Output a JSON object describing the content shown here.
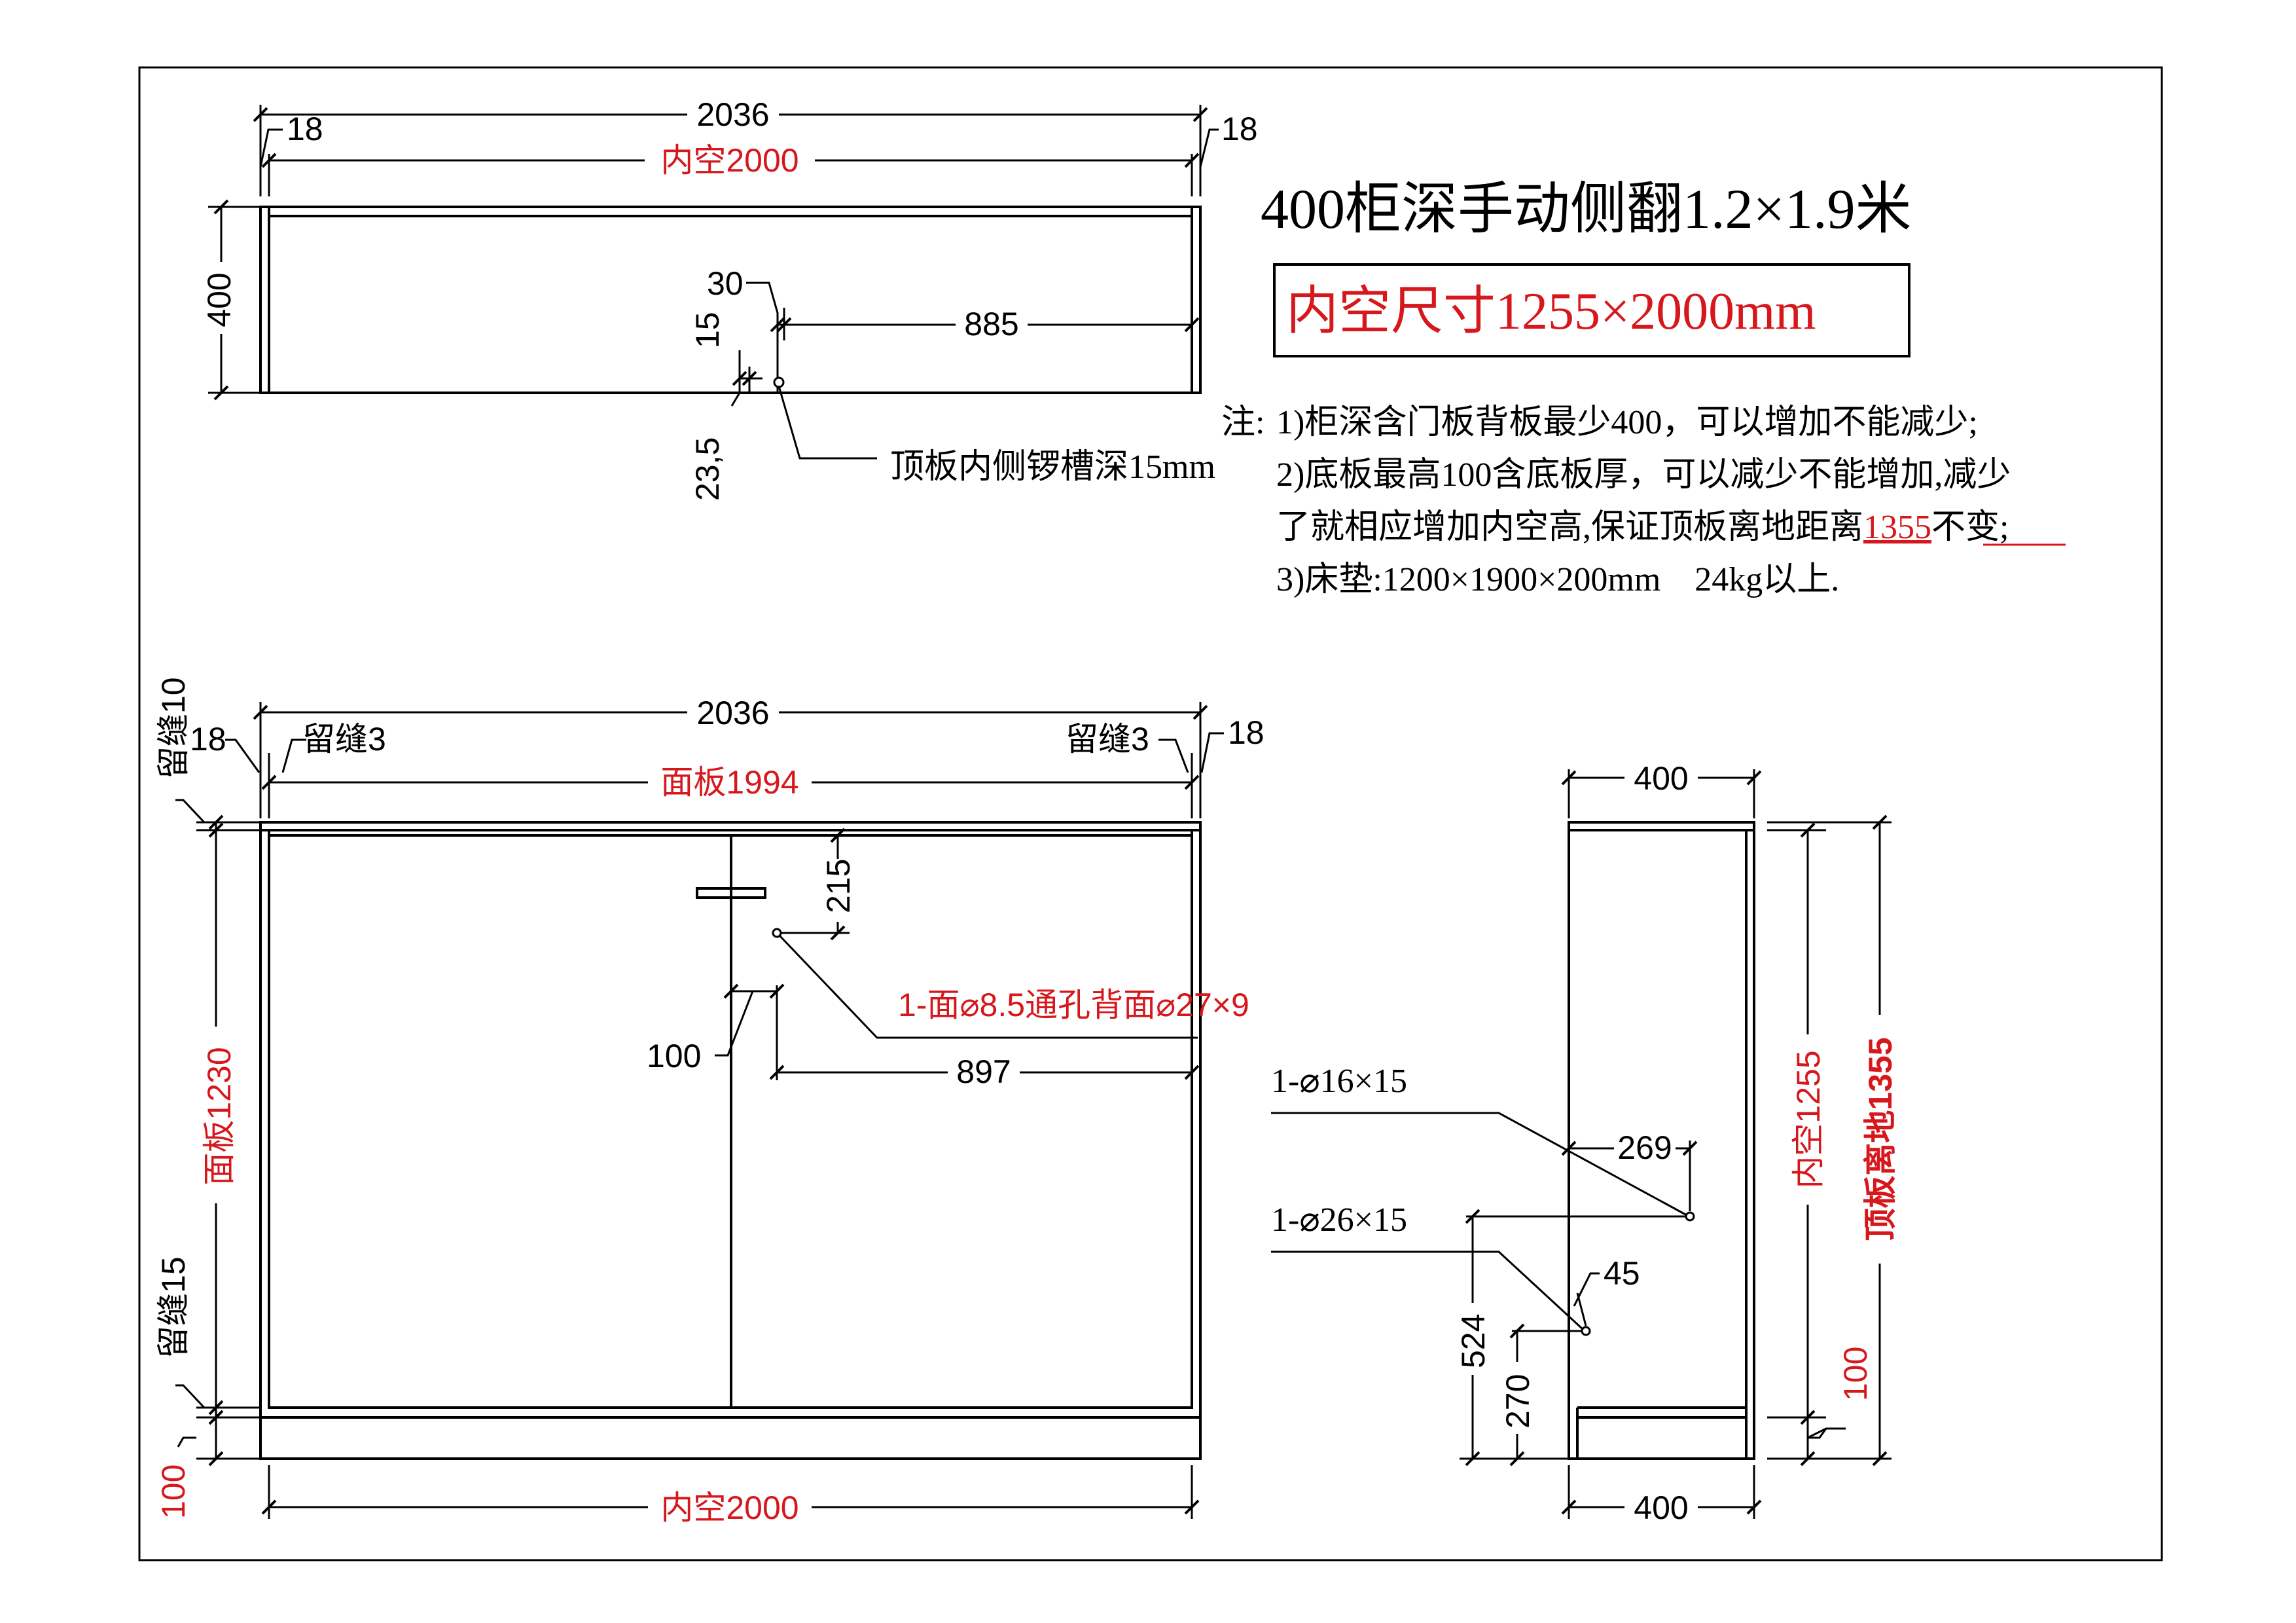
{
  "title": "400柜深手动侧翻1.2×1.9米",
  "inner_size": "内空尺寸1255×2000mm",
  "notes": {
    "prefix": "注:",
    "n1": "1)柜深含门板背板最少400，可以增加不能减少;",
    "n2a": "2)底板最高100含底板厚，可以减少不能增加,减少",
    "n2b_pre": "了就相应增加内空高,保证顶板离地距离",
    "n2b_hl": "1355",
    "n2b_post": "不变;",
    "n3": "3)床垫:1200×1900×200mm　24kg以上."
  },
  "top_view": {
    "overall": "2036",
    "left_side": "18",
    "right_side": "18",
    "inner": "内空2000",
    "depth": "400",
    "d30": "30",
    "d885": "885",
    "d15": "15",
    "d235": "23,5",
    "groove_note": "顶板内侧锣槽深15mm"
  },
  "front_view": {
    "overall": "2036",
    "left_side": "18",
    "right_side": "18",
    "gap_left": "留缝3",
    "gap_right": "留缝3",
    "panel_width": "面板1994",
    "gap_top": "留缝10",
    "panel_height": "面板1230",
    "gap_bottom": "留缝15",
    "base": "100",
    "inner": "内空2000",
    "d215": "215",
    "d100": "100",
    "d897": "897",
    "hole_note": "1-面⌀8.5通孔背面⌀27×9"
  },
  "side_view": {
    "top_width": "400",
    "bottom_width": "400",
    "hole1": "1-⌀16×15",
    "hole2": "1-⌀26×15",
    "d269": "269",
    "d45": "45",
    "d524": "524",
    "d270": "270",
    "inner_height": "内空1255",
    "top_to_floor": "顶板离地1355",
    "base": "100"
  }
}
